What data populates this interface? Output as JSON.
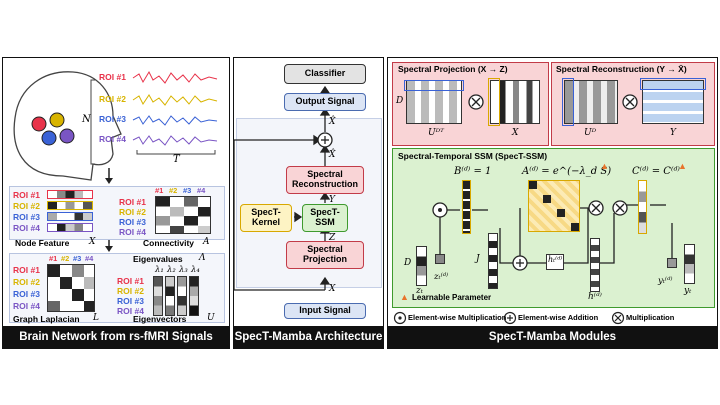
{
  "left": {
    "caption": "Brain Network from rs-fMRI Signals",
    "rois": [
      "ROI #1",
      "ROI #2",
      "ROI #3",
      "ROI #4"
    ],
    "roi_colors": [
      "#e8334a",
      "#d8b400",
      "#3a62d6",
      "#7a55c4"
    ],
    "n_label": "N",
    "t_label": "T",
    "node_feature": "Node Feature",
    "x_sym": "X",
    "connectivity": "Connectivity",
    "a_sym": "A",
    "col_labels": [
      "#1",
      "#2",
      "#3",
      "#4"
    ],
    "eigenvalues": "Eigenvalues",
    "lambda_sym": "Λ",
    "lambdas": [
      "λ₁",
      "λ₂",
      "λ₃",
      "λ₄"
    ],
    "graph_laplacian": "Graph Laplacian",
    "l_sym": "L",
    "eigenvectors": "Eigenvectors",
    "u_sym": "U"
  },
  "middle": {
    "caption": "SpecT-Mamba Architecture",
    "classifier": "Classifier",
    "output_signal": "Output Signal",
    "spectral_reconstruction": "Spectral Reconstruction",
    "spect_kernel": "SpecT-Kernel",
    "spect_ssm": "SpecT-SSM",
    "spectral_projection": "Spectral Projection",
    "input_signal": "Input Signal",
    "x_hat": "X̂",
    "y": "Y",
    "z": "Z",
    "x": "X"
  },
  "right": {
    "caption": "SpecT-Mamba Modules",
    "proj_title": "Spectral Projection (X → Z)",
    "recon_title": "Spectral Reconstruction (Y → X̄)",
    "d_label": "D",
    "ud_t": "Uᴰᵀ",
    "x_label": "X",
    "ud": "Uᴰ",
    "y_label": "Y",
    "ssm_title": "Spectral-Temporal SSM (SpecT-SSM)",
    "b_eq": "B⁽ᵈ⁾ = 1",
    "a_eq": "A⁽ᵈ⁾ = e^(−λ_d S)",
    "c_eq": "C⁽ᵈ⁾ = C⁽ᵈ⁾",
    "zt": "zₜ",
    "zt_d": "zₜ⁽ᵈ⁾",
    "j_label": "J",
    "ht_d": "hₜ⁽ᵈ⁾",
    "h_d": "h⁽ᵈ⁾",
    "yt_d": "yₜ⁽ᵈ⁾",
    "yt": "yₜ",
    "learnable": "Learnable Parameter",
    "legend_mult_elem": "Element-wise Multiplication",
    "legend_add": "Element-wise Addition",
    "legend_mult": "Multiplication"
  }
}
